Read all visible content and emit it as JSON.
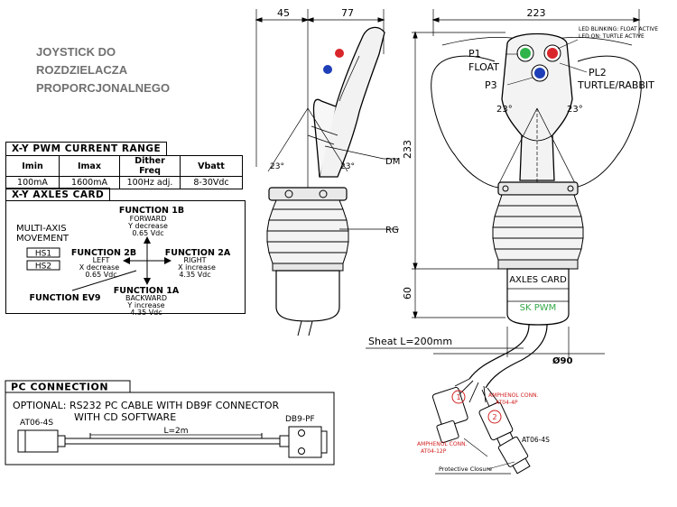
{
  "title_lines": [
    "JOYSTICK DO",
    "ROZDZIELACZA",
    "PROPORCJONALNEGO"
  ],
  "pwm_table": {
    "title": "X-Y PWM CURRENT RANGE",
    "headers": [
      "Imin",
      "Imax",
      "Dither Freq",
      "Vbatt"
    ],
    "row": [
      "100mA",
      "1600mA",
      "100Hz adj.",
      "8-30Vdc"
    ]
  },
  "axles_card": {
    "title": "X-Y AXLES CARD",
    "multi_axis": [
      "MULTI-AXIS",
      "MOVEMENT"
    ],
    "hs_labels": [
      "HS1",
      "HS2"
    ],
    "function_1b": [
      "FUNCTION 1B",
      "FORWARD",
      "Y decrease",
      "0.65 Vdc"
    ],
    "function_2b": [
      "FUNCTION 2B",
      "LEFT",
      "X decrease",
      "0.65 Vdc"
    ],
    "function_2a": [
      "FUNCTION 2A",
      "RIGHT",
      "X increase",
      "4.35 Vdc"
    ],
    "function_1a": [
      "FUNCTION 1A",
      "BACKWARD",
      "Y increase",
      "4.35 Vdc"
    ],
    "function_ev9": "FUNCTION EV9"
  },
  "pc_connection": {
    "title": "PC CONNECTION",
    "line1": "OPTIONAL: RS232 PC CABLE WITH DB9F CONNECTOR",
    "line2": "WITH CD SOFTWARE",
    "left_conn": "AT06-4S",
    "right_conn": "DB9-PF",
    "length": "L=2m"
  },
  "side_view": {
    "dim_left": "45",
    "dim_right": "77",
    "angle_left": "23°",
    "angle_right": "23°",
    "label_dm": "DM",
    "label_rg": "RG"
  },
  "front_view": {
    "dim_width": "223",
    "dim_height": "233",
    "dim_lower": "60",
    "angle_left": "23°",
    "angle_right": "23°",
    "led_note1": "LED BLINKING: FLOAT ACTIVE",
    "led_note2": "LED ON: TURTLE ACTIVE",
    "p1": "P1",
    "float": "FLOAT",
    "p3": "P3",
    "pl2": "PL2",
    "turtle": "TURTLE/RABBIT",
    "axles_card": "AXLES CARD",
    "sk_pwm": "SK PWM",
    "sheath": "Sheat L=200mm",
    "diameter": "Ø90",
    "amph1": [
      "AMPHENOL CONN.",
      "AT04-12P"
    ],
    "amph2": [
      "AMPHENOL CONN.",
      "AT04-4P"
    ],
    "at06": "AT06-4S",
    "protective": "Protective Closure",
    "num1": "1",
    "num2": "2"
  },
  "colors": {
    "green_button": "#2fb34a",
    "red_button": "#d9262b",
    "blue_button": "#1f3fb8",
    "sk_pwm_text": "#36a84a",
    "amphenol_red": "#d22020",
    "title_gray": "#707070"
  }
}
